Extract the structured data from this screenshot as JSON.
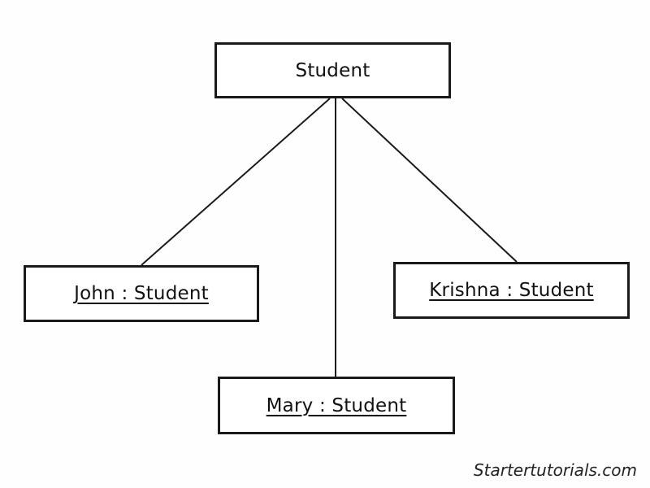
{
  "diagram": {
    "class_node": {
      "label": "Student"
    },
    "instances": [
      {
        "id": "john",
        "label": "John : Student"
      },
      {
        "id": "krishna",
        "label": "Krishna : Student"
      },
      {
        "id": "mary",
        "label": "Mary : Student"
      }
    ],
    "edges": [
      {
        "from": "class",
        "to": "john"
      },
      {
        "from": "class",
        "to": "mary"
      },
      {
        "from": "class",
        "to": "krishna"
      }
    ]
  },
  "watermark": {
    "text": "Startertutorials.com"
  }
}
